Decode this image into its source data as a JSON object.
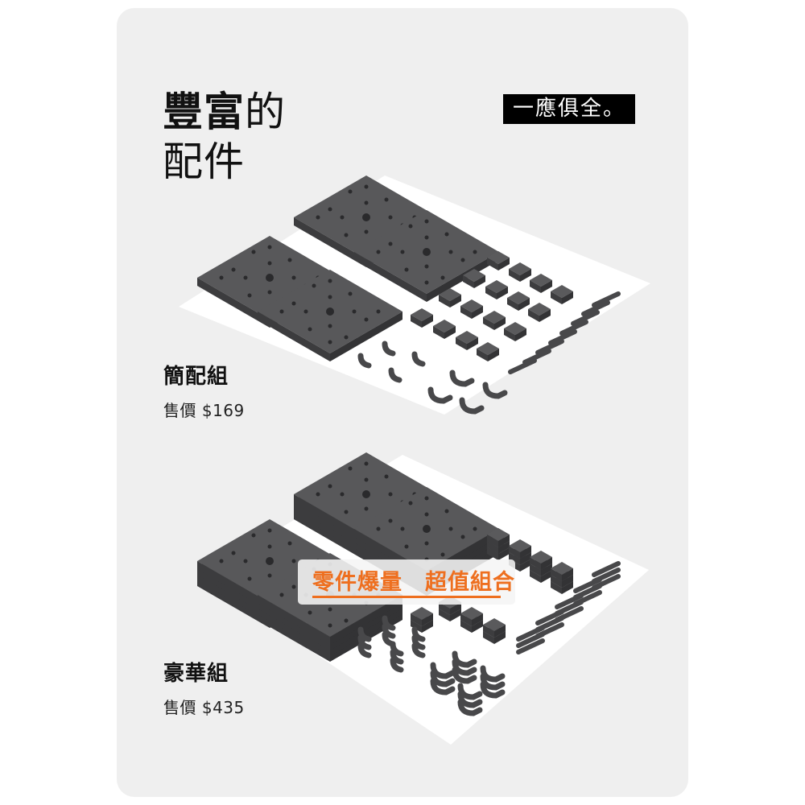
{
  "header": {
    "title_line1_bold": "豐富",
    "title_line1_rest": "的",
    "title_line2": "配件",
    "badge": "一應俱全。"
  },
  "sets": [
    {
      "name": "簡配組",
      "price_label": "售價",
      "price": "$169",
      "image": "basic-kit-parts"
    },
    {
      "name": "豪華組",
      "price_label": "售價",
      "price": "$435",
      "image": "deluxe-kit-parts"
    }
  ],
  "promo": {
    "text": "零件爆量　超值組合",
    "color": "#ee6f1f"
  },
  "colors": {
    "card_bg": "#efefef",
    "platform": "#ffffff",
    "part_dark": "#4a4a4c",
    "part_top": "#5a5a5c",
    "badge_bg": "#000000"
  }
}
